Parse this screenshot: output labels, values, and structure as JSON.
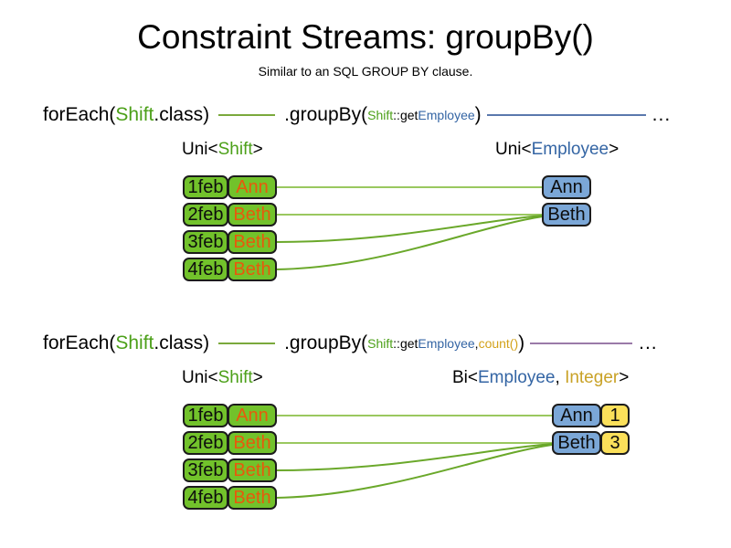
{
  "slide": {
    "title": "Constraint Streams: groupBy()",
    "subtitle": "Similar to an SQL GROUP BY clause.",
    "background": "#ffffff"
  },
  "colors": {
    "shift_green": "#4ca019",
    "employee_blue": "#3465a4",
    "count_gold": "#d3a21a",
    "integer_gold": "#c9a227",
    "box_green_fill": "#72c22b",
    "box_blue_fill": "#7ba7d7",
    "box_yellow_fill": "#fbe05a",
    "box_stroke": "#1c1c1c",
    "text_orange": "#e8590c",
    "wire_green": "#6aa82a",
    "wire_green_light": "#9ac85f",
    "rule_green": "#7aa93c",
    "rule_blue": "#5a78ad",
    "rule_purple": "#9a7aa8"
  },
  "sections": [
    {
      "id": "groupby-key-only",
      "code": {
        "foreach_open": "forEach(",
        "foreach_type": "Shift",
        "foreach_close": ".class)",
        "groupby_open": ".groupBy(",
        "ref_owner": "Shift",
        "ref_sep": "::",
        "ref_get": "get",
        "ref_prop": "Employee",
        "groupby_close": ")",
        "ellipsis": "...",
        "rule_before_color": "#7aa93c",
        "rule_after_color": "#5a78ad"
      },
      "left": {
        "type_prefix": "Uni<",
        "type_arg": "Shift",
        "type_suffix": ">",
        "rows": [
          {
            "date": "1feb",
            "employee": "Ann"
          },
          {
            "date": "2feb",
            "employee": "Beth"
          },
          {
            "date": "3feb",
            "employee": "Beth"
          },
          {
            "date": "4feb",
            "employee": "Beth"
          }
        ]
      },
      "right": {
        "type_prefix": "Uni<",
        "type_arg": "Employee",
        "type_suffix": ">",
        "rows": [
          {
            "employee": "Ann"
          },
          {
            "employee": "Beth"
          }
        ]
      }
    },
    {
      "id": "groupby-key-count",
      "code": {
        "foreach_open": "forEach(",
        "foreach_type": "Shift",
        "foreach_close": ".class)",
        "groupby_open": ".groupBy(",
        "ref_owner": "Shift",
        "ref_sep": "::",
        "ref_get": "get",
        "ref_prop": "Employee",
        "collector_sep": ", ",
        "collector": "count()",
        "groupby_close": ")",
        "ellipsis": "...",
        "rule_before_color": "#7aa93c",
        "rule_after_color": "#9a7aa8"
      },
      "left": {
        "type_prefix": "Uni<",
        "type_arg": "Shift",
        "type_suffix": ">",
        "rows": [
          {
            "date": "1feb",
            "employee": "Ann"
          },
          {
            "date": "2feb",
            "employee": "Beth"
          },
          {
            "date": "3feb",
            "employee": "Beth"
          },
          {
            "date": "4feb",
            "employee": "Beth"
          }
        ]
      },
      "right": {
        "type_prefix": "Bi<",
        "type_arg_a": "Employee",
        "type_arg_sep": ", ",
        "type_arg_b": "Integer",
        "type_suffix": ">",
        "rows": [
          {
            "employee": "Ann",
            "count": "1"
          },
          {
            "employee": "Beth",
            "count": "3"
          }
        ]
      }
    }
  ]
}
